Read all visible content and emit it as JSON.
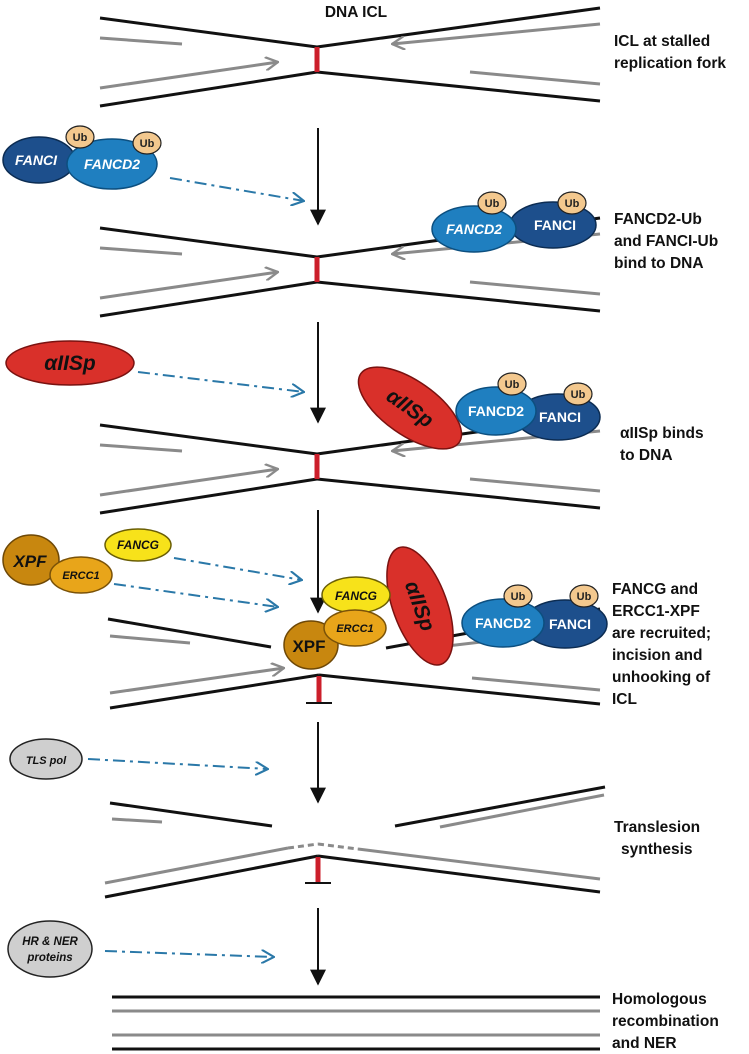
{
  "title": "DNA ICL",
  "steps": [
    {
      "label": [
        "ICL at stalled",
        "replication fork"
      ]
    },
    {
      "label": [
        "FANCD2-Ub",
        "and FANCI-Ub",
        "bind to DNA"
      ]
    },
    {
      "label": [
        "αIISp binds",
        "to DNA"
      ]
    },
    {
      "label": [
        "FANCG and",
        "ERCC1-XPF",
        "are recruited;",
        "incision and",
        "unhooking of",
        "ICL"
      ]
    },
    {
      "label": [
        "Translesion",
        "synthesis"
      ]
    },
    {
      "label": [
        "Homologous",
        "recombination",
        "and NER"
      ]
    }
  ],
  "proteins": {
    "fanci": "FANCI",
    "fancd2": "FANCD2",
    "ub": "Ub",
    "aiisp": "αIISp",
    "xpf": "XPF",
    "ercc1": "ERCC1",
    "fancg": "FANCG",
    "tls_line1": "TLS pol",
    "hrner_line1": "HR & NER",
    "hrner_line2": "proteins"
  },
  "colors": {
    "strand": "#111111",
    "nascent": "#8a8a8a",
    "icl": "#cc1f2b",
    "fanci": "#1d4f8c",
    "fancd2": "#1f7fc0",
    "ub": "#f3c88e",
    "aiisp": "#d9302a",
    "xpf": "#c8870f",
    "ercc1": "#e8a51a",
    "fancg": "#f7e21a",
    "grey_protein": "#cfcfcf",
    "dashed_arrow": "#2a78a8"
  }
}
